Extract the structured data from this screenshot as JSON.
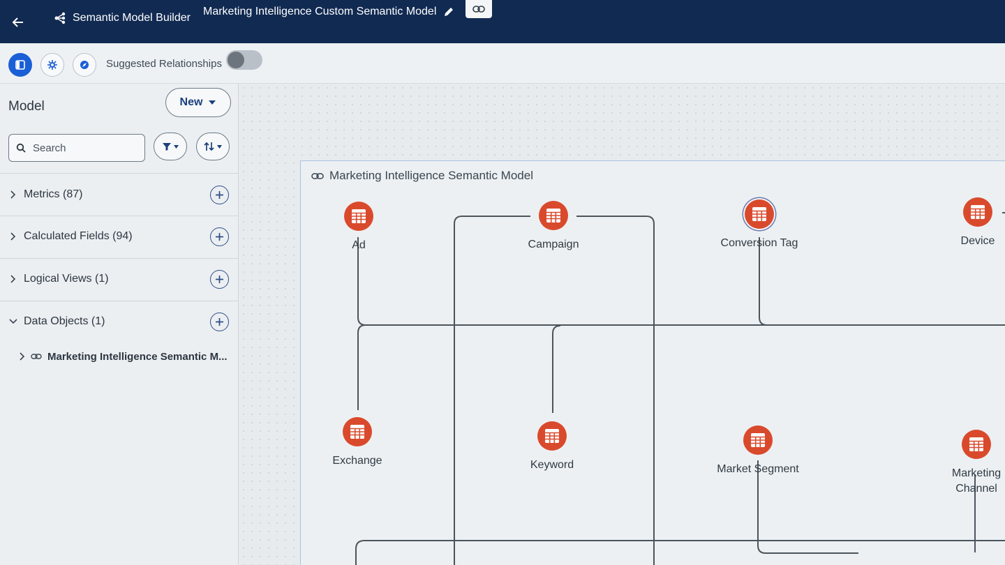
{
  "header": {
    "back_icon": "arrow-left-icon",
    "app_name": "Semantic Model Builder",
    "app_icon": "hierarchy-icon",
    "model_title": "Marketing Intelligence Custom Semantic Model",
    "edit_icon": "pencil-icon",
    "link_icon": "link-icon"
  },
  "toolbar": {
    "suggested_relationships_label": "Suggested Relationships",
    "suggested_relationships_on": false
  },
  "sidebar": {
    "title": "Model",
    "new_button_label": "New",
    "search_placeholder": "Search",
    "sections": [
      {
        "label": "Metrics (87)",
        "expanded": false
      },
      {
        "label": "Calculated Fields (94)",
        "expanded": false
      },
      {
        "label": "Logical Views (1)",
        "expanded": false
      },
      {
        "label": "Data Objects (1)",
        "expanded": true
      }
    ],
    "tree_item": "Marketing Intelligence Semantic M..."
  },
  "canvas": {
    "container_title": "Marketing Intelligence Semantic Model",
    "nodes": [
      {
        "name": "Ad"
      },
      {
        "name": "Campaign"
      },
      {
        "name": "Conversion Tag"
      },
      {
        "name": "Device"
      },
      {
        "name": "Exchange"
      },
      {
        "name": "Keyword"
      },
      {
        "name": "Market Segment"
      },
      {
        "name": "Marketing Channel"
      }
    ]
  },
  "colors": {
    "header_bg": "#112a52",
    "accent": "#1a5fd6",
    "node": "#d94a2c"
  }
}
